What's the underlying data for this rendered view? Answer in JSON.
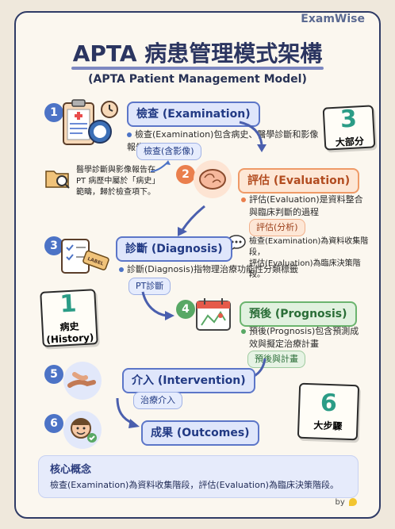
{
  "brand": "ExamWise",
  "title": "APTA 病患管理模式架構",
  "subtitle": "(APTA Patient Management Model)",
  "steps": [
    {
      "number": "1",
      "title": "檢查 (Examination)",
      "desc": "檢查(Examination)包含病史、醫學診斷和影像報告",
      "tag": "檢查(含影像)"
    },
    {
      "number": "2",
      "title": "評估 (Evaluation)",
      "desc_line1": "評估(Evaluation)是資料整合",
      "desc_line2": "與臨床判斷的過程",
      "tag": "評估(分析)"
    },
    {
      "number": "3",
      "title": "診斷 (Diagnosis)",
      "desc": "診斷(Diagnosis)指物理治療功能性分類標籤",
      "tag": "PT診斷"
    },
    {
      "number": "4",
      "title": "預後 (Prognosis)",
      "desc_line1": "預後(Prognosis)包含預測成",
      "desc_line2": "效與擬定治療計畫",
      "tag": "預後與計畫"
    },
    {
      "number": "5",
      "title": "介入 (Intervention)",
      "tag": "治療介入"
    },
    {
      "number": "6",
      "title": "成果 (Outcomes)"
    }
  ],
  "notes": {
    "left_line1": "醫學診斷與影像報告在",
    "left_line2": "PT 病歷中屬於「病史」",
    "left_line3": "範疇，歸於檢查項下。",
    "right_line1": "檢查(Examination)為資料收集階段，",
    "right_line2": "評估(Evaluation)為臨床決策階段。"
  },
  "papers": {
    "three_big": "3",
    "three_small": "大部分",
    "one_big": "1",
    "one_line1": "病史",
    "one_line2": "(History)",
    "six_big": "6",
    "six_small": "大步驟",
    "label_text": "LABEL"
  },
  "core": {
    "title": "核心概念",
    "text": "檢查(Examination)為資料收集階段，評估(Evaluation)為臨床決策階段。"
  },
  "by": "by",
  "colors": {
    "navy": "#2b3560",
    "blue": "#4c73c6",
    "orange": "#ea7f4d",
    "green": "#58a865"
  }
}
